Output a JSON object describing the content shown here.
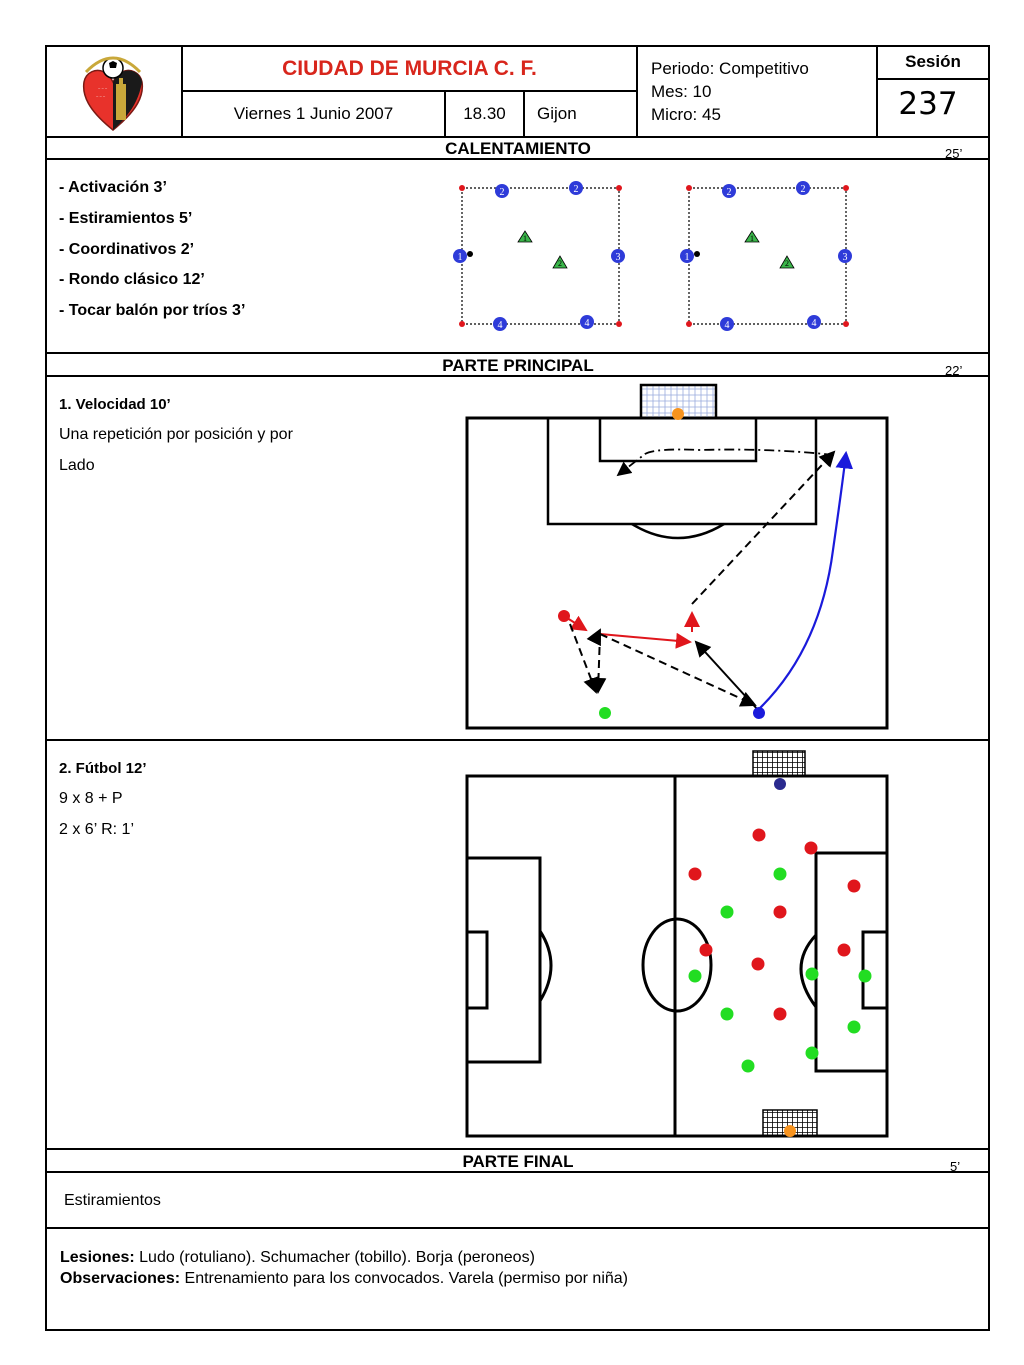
{
  "header": {
    "club": "CIUDAD DE MURCIA C. F.",
    "date": "Viernes 1  Junio  2007",
    "time": "18.30",
    "place": "Gijon",
    "periodo": "Periodo: Competitivo",
    "mes": "Mes: 10",
    "micro": "Micro: 45",
    "session_label": "Sesión",
    "session_number": "237"
  },
  "calentamiento": {
    "title": "CALENTAMIENTO",
    "minutes": "25’",
    "items": [
      "- Activación 3’",
      "- Estiramientos  5’",
      "- Coordinativos 2’",
      "- Rondo clásico 12’",
      "- Tocar balón por tríos 3’"
    ],
    "rondo_labels": [
      "2",
      "2",
      "1",
      "3",
      "4",
      "4",
      "1",
      "2"
    ]
  },
  "principal": {
    "title": "PARTE PRINCIPAL",
    "minutes": "22’",
    "ex1_title": "1. Velocidad 10’",
    "ex1_line1": "Una repetición  por posición y por",
    "ex1_line2": "Lado",
    "ex2_title": "2. Fútbol  12’",
    "ex2_line1": "9 x 8 + P",
    "ex2_line2": "2 x 6’  R: 1’"
  },
  "final": {
    "title": "PARTE FINAL",
    "minutes": "5’",
    "text": "Estiramientos"
  },
  "notes": {
    "lesiones_label": "Lesiones:",
    "lesiones_text": "Ludo (rotuliano). Schumacher (tobillo). Borja (peroneos)",
    "obs_label": "Observaciones:",
    "obs_text": "Entrenamiento para los convocados. Varela (permiso por niña)"
  },
  "colors": {
    "club_red": "#d8261c",
    "player_red": "#e0161c",
    "player_green": "#22dd22",
    "player_blue": "#1a1adb",
    "keeper_orange": "#f7931e",
    "cone_blue": "#2e3bd9",
    "cone_green": "#3ab54a"
  },
  "icons": [
    "club-crest-icon"
  ]
}
